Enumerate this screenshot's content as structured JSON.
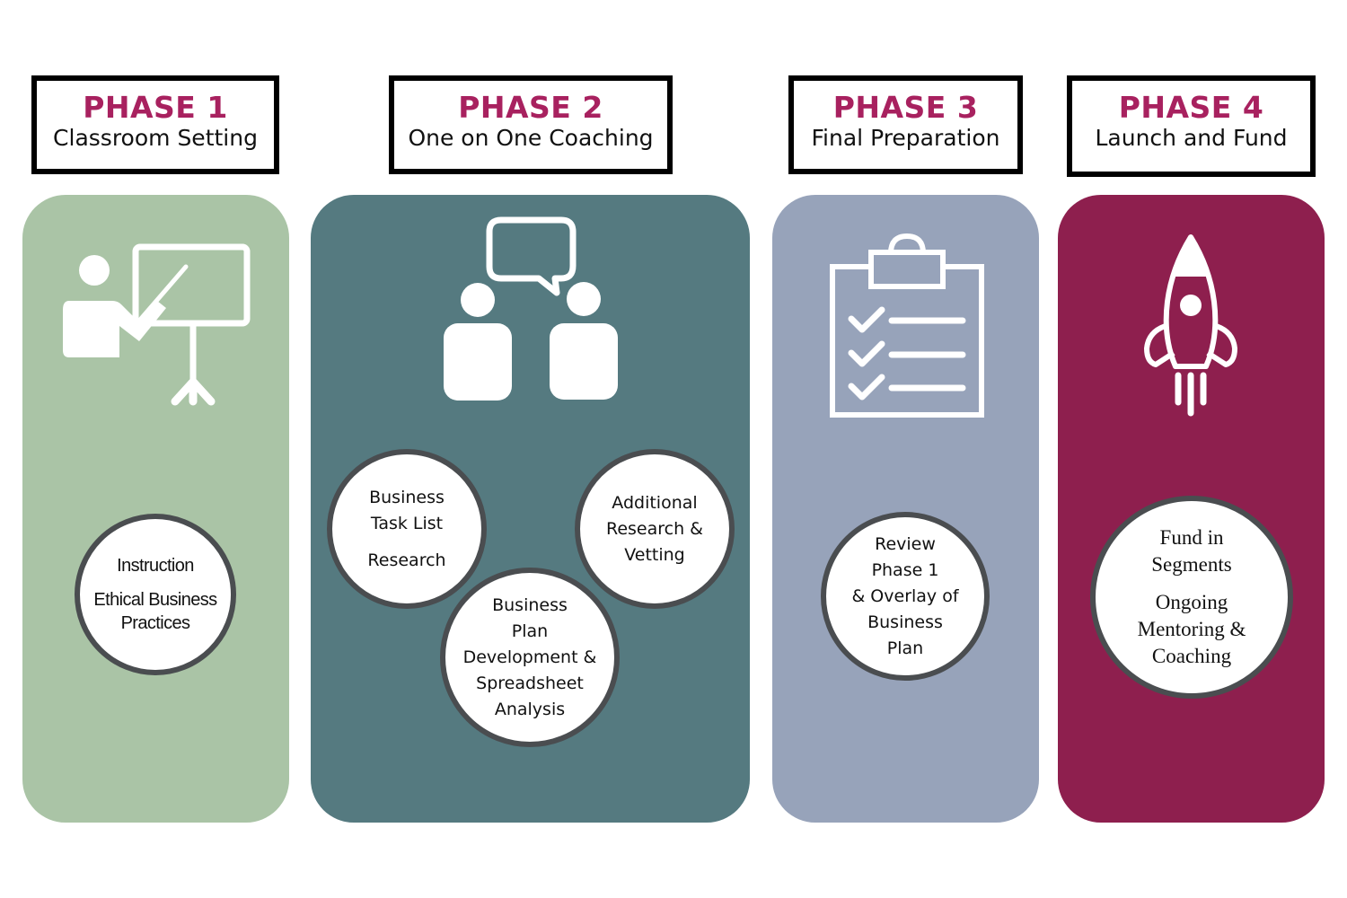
{
  "colors": {
    "accent_text": "#a8215f",
    "phase1_bg": "#aac4a6",
    "phase2_bg": "#557a80",
    "phase3_bg": "#97a3ba",
    "phase4_bg": "#8e1f4e",
    "circle_border": "#4a4d50"
  },
  "phases": [
    {
      "title": "PHASE 1",
      "subtitle": "Classroom Setting",
      "icon": "teacher-at-board-icon",
      "bubbles": [
        {
          "lines": [
            "Instruction"
          ],
          "lines2": [
            "Ethical Business",
            "Practices"
          ]
        }
      ]
    },
    {
      "title": "PHASE 2",
      "subtitle": "One on One Coaching",
      "icon": "two-people-conversation-icon",
      "bubbles": [
        {
          "lines": [
            "Business",
            "Task List"
          ],
          "lines2": [
            "Research"
          ]
        },
        {
          "lines": [
            "Additional",
            "Research &",
            "Vetting"
          ]
        },
        {
          "lines": [
            "Business",
            "Plan",
            "Development &",
            "Spreadsheet",
            "Analysis"
          ]
        }
      ]
    },
    {
      "title": "PHASE 3",
      "subtitle": "Final Preparation",
      "icon": "clipboard-checklist-icon",
      "bubbles": [
        {
          "lines": [
            "Review",
            "Phase 1",
            "& Overlay of",
            "Business",
            "Plan"
          ]
        }
      ]
    },
    {
      "title": "PHASE 4",
      "subtitle": "Launch and Fund",
      "icon": "rocket-icon",
      "bubbles": [
        {
          "lines": [
            "Fund in",
            "Segments"
          ],
          "lines2": [
            "Ongoing",
            "Mentoring &",
            "Coaching"
          ]
        }
      ]
    }
  ]
}
